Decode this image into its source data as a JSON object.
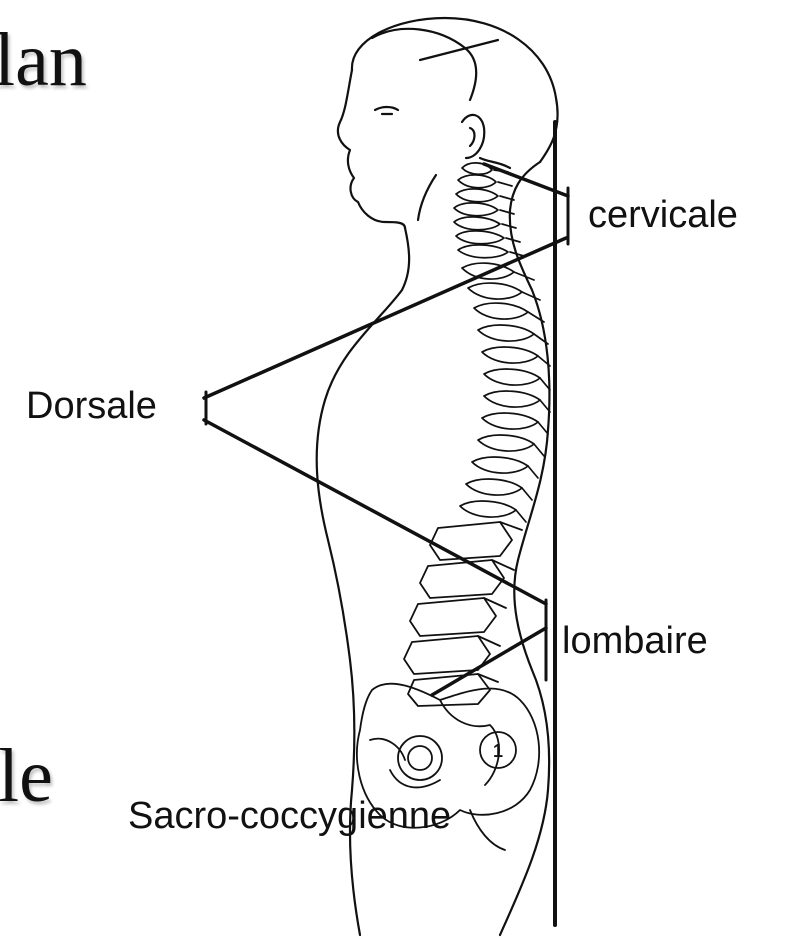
{
  "background_fragments": {
    "top": "lan",
    "bottom": "le"
  },
  "labels": {
    "cervicale": "cervicale",
    "dorsale": "Dorsale",
    "lombaire": "lombaire",
    "sacro": "Sacro-coccygienne"
  },
  "markers": {
    "sacral_number": "1"
  },
  "colors": {
    "ink": "#111111",
    "background": "#ffffff"
  }
}
